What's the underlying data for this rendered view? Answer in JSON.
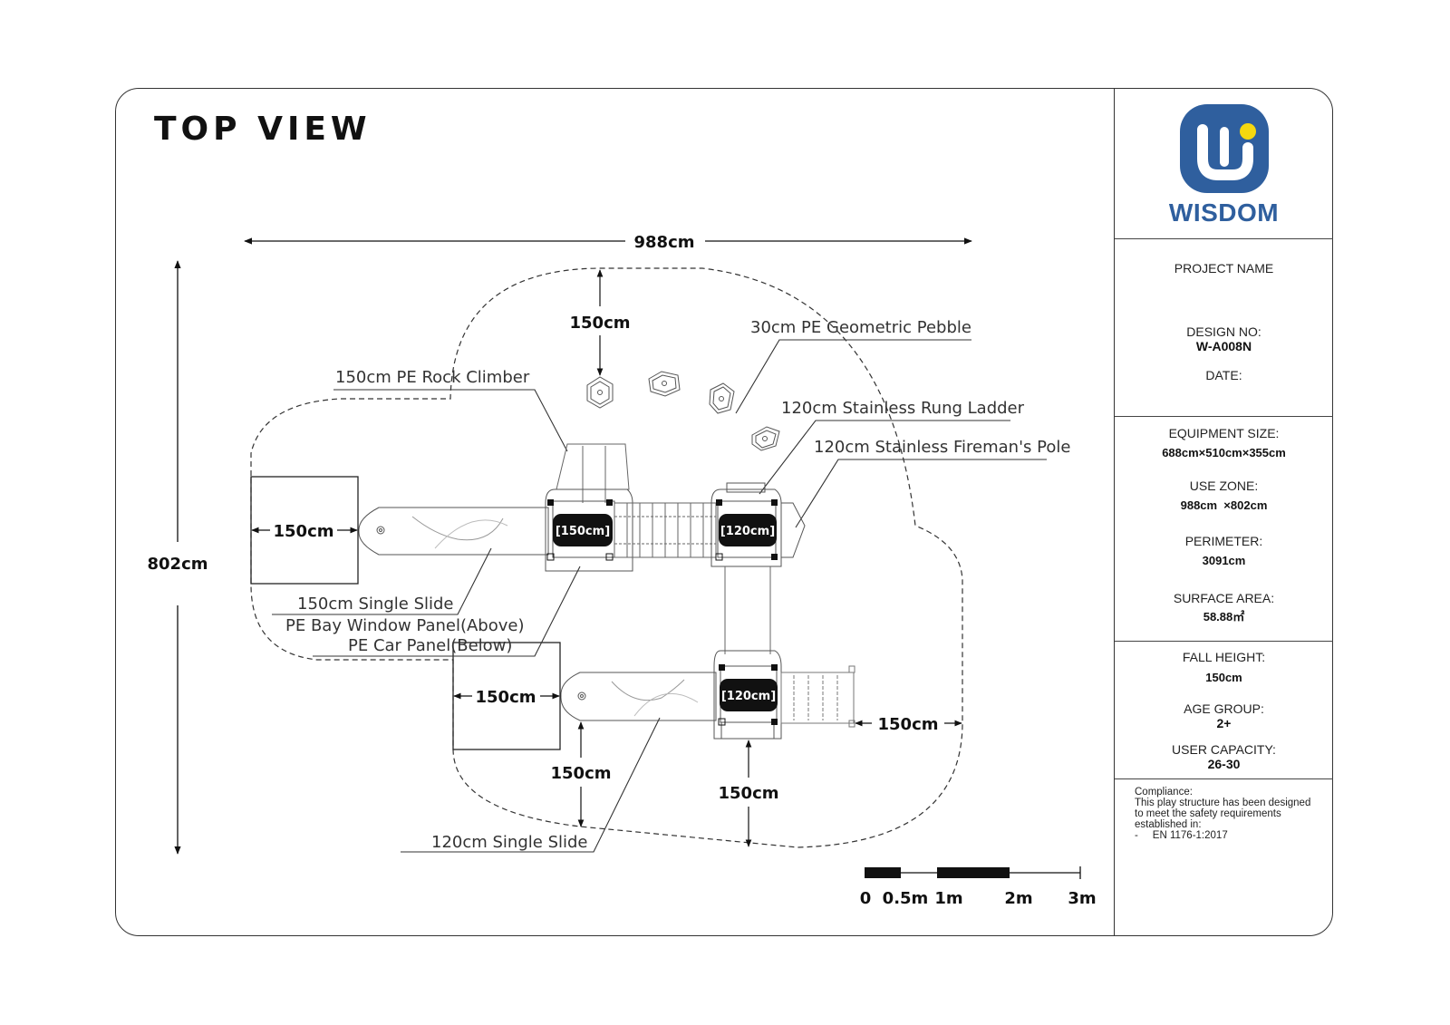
{
  "drawing": {
    "title": "TOP VIEW",
    "overall_dimensions": {
      "width": "988cm",
      "height": "802cm"
    },
    "clearances": {
      "top": "150cm",
      "slide_150_exit": "150cm",
      "slide_120_exit": "150cm",
      "slide_120_side": "150cm",
      "platform_bottom": "150cm",
      "ladder_exit": "150cm"
    },
    "platforms": [
      "[150cm]",
      "[120cm]",
      "[120cm]"
    ],
    "callouts": {
      "rock_climber": "150cm PE Rock Climber",
      "pebble": "30cm PE Geometric Pebble",
      "rung_ladder": "120cm Stainless Rung Ladder",
      "fireman_pole": "120cm Stainless Fireman's Pole",
      "slide_150": "150cm Single Slide",
      "bay_window": "PE Bay Window Panel(Above)",
      "car_panel": "PE Car Panel(Below)",
      "slide_120": "120cm Single Slide"
    },
    "scale_bar": {
      "labels": [
        "0",
        "0.5m",
        "1m",
        "2m",
        "3m"
      ]
    }
  },
  "title_block": {
    "brand": {
      "name": "WISDOM",
      "icon": "wisdom-logo-icon",
      "color": "#2f5f9e",
      "accent": "#f5d80f"
    },
    "project_name_label": "PROJECT NAME",
    "design_no_label": "DESIGN NO:",
    "design_no": "W-A008N",
    "date_label": "DATE:",
    "equipment_size_label": "EQUIPMENT SIZE:",
    "equipment_size": "688cm×510cm×355cm",
    "use_zone_label": "USE ZONE:",
    "use_zone": "988cm  ×802cm",
    "perimeter_label": "PERIMETER:",
    "perimeter": "3091cm",
    "surface_area_label": "SURFACE AREA:",
    "surface_area": "58.88㎡",
    "fall_height_label": "FALL HEIGHT:",
    "fall_height": "150cm",
    "age_group_label": "AGE GROUP:",
    "age_group": "2+",
    "user_capacity_label": "USER CAPACITY:",
    "user_capacity": "26-30",
    "compliance": {
      "heading": "Compliance:",
      "line1": "This play structure has been designed",
      "line2": "to meet the safety requirements",
      "line3": "established in:",
      "standard": "-     EN 1176-1:2017"
    }
  }
}
